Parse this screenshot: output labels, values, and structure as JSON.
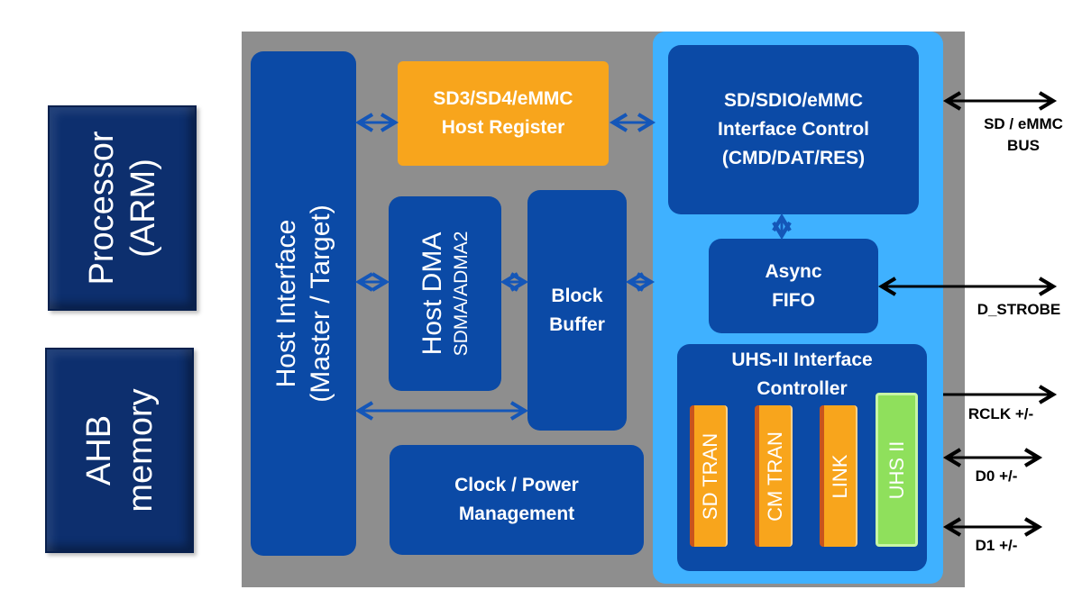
{
  "processor": {
    "line1": "Processor",
    "line2": "(ARM)"
  },
  "memory": {
    "line1": "AHB",
    "line2": "memory"
  },
  "host_interface": {
    "line1": "Host Interface",
    "line2": "(Master / Target)"
  },
  "host_register": {
    "line1": "SD3/SD4/eMMC",
    "line2": "Host Register"
  },
  "host_dma": {
    "line1": "Host DMA",
    "line2": "SDMA/ADMA2"
  },
  "block_buffer": {
    "line1": "Block",
    "line2": "Buffer"
  },
  "clock_power": {
    "line1": "Clock / Power",
    "line2": "Management"
  },
  "interface_control": {
    "line1": "SD/SDIO/eMMC",
    "line2": "Interface Control",
    "line3": "(CMD/DAT/RES)"
  },
  "async_fifo": {
    "line1": "Async",
    "line2": "FIFO"
  },
  "uhs_controller": {
    "line1": "UHS-II Interface",
    "line2": "Controller"
  },
  "uhs_layers": [
    "SD TRAN",
    "CM TRAN",
    "LINK",
    "UHS II"
  ],
  "signals": {
    "sd_bus_line1": "SD / eMMC",
    "sd_bus_line2": "BUS",
    "d_strobe": "D_STROBE",
    "rclk": "RCLK +/-",
    "d0": "D0 +/-",
    "d1": "D1 +/-"
  },
  "colors": {
    "dark_box": "#0d2f6e",
    "block_blue": "#0b4aa6",
    "panel_gray": "#8e8e8e",
    "light_blue": "#3fb1ff",
    "orange": "#f8a51c",
    "green": "#8fe05c"
  }
}
